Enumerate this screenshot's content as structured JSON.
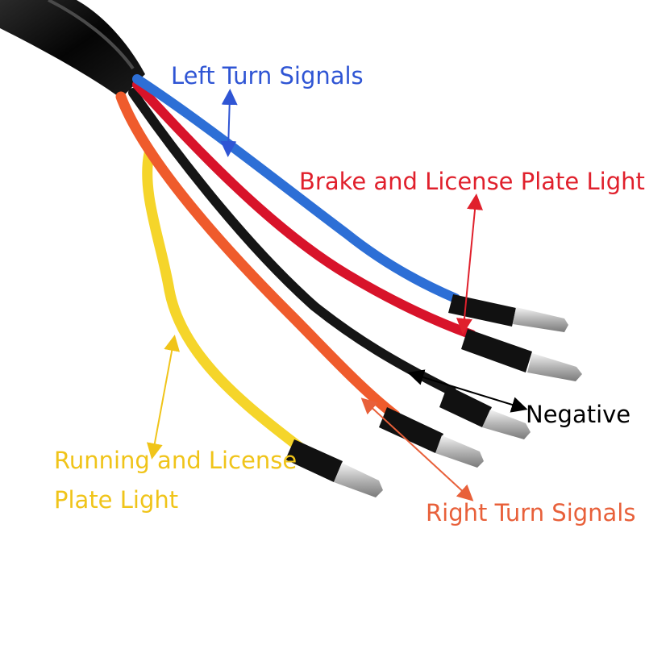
{
  "labels": {
    "left_turn": "Left Turn Signals",
    "brake_plate": "Brake and License Plate Light",
    "negative": "Negative",
    "running_line1": "Running and License",
    "running_line2": "Plate Light",
    "right_turn": "Right Turn Signals"
  },
  "colors": {
    "left_turn": "#2f55d4",
    "brake_plate": "#e0202c",
    "negative": "#000000",
    "running": "#f0c419",
    "right_turn": "#e8603a",
    "wire_blue": "#2d6fd6",
    "wire_red": "#d8132a",
    "wire_black": "#151515",
    "wire_orange": "#ef5b2c",
    "wire_yellow": "#f5d52a",
    "sheath": "#0b0b0b"
  },
  "wires": [
    "blue",
    "red",
    "black",
    "orange",
    "yellow"
  ],
  "connectors": [
    "bullet-connector",
    "bullet-connector",
    "bullet-connector",
    "bullet-connector",
    "bullet-connector"
  ]
}
